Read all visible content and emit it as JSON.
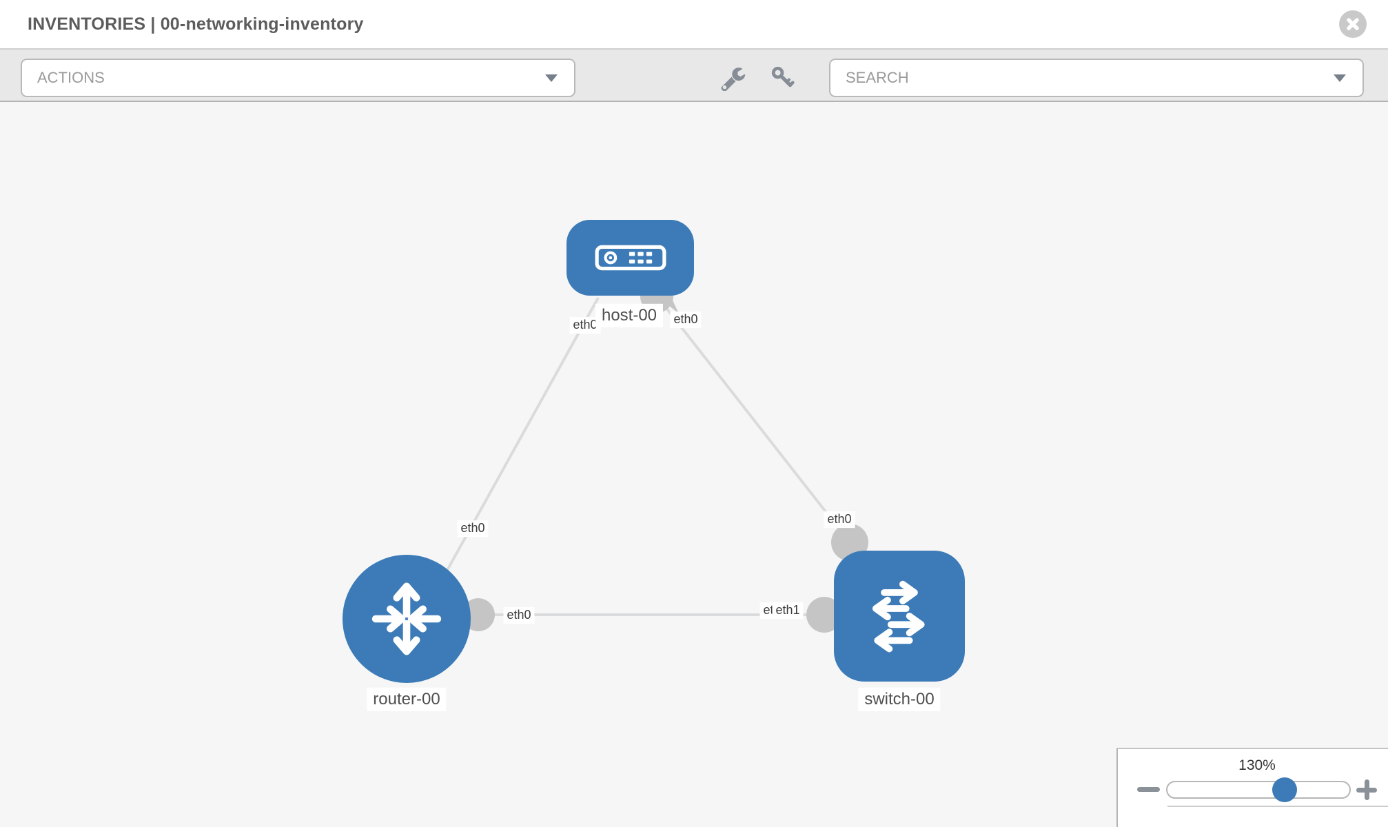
{
  "header": {
    "title": "INVENTORIES | 00-networking-inventory"
  },
  "toolbar": {
    "actions_label": "ACTIONS",
    "search_placeholder": "SEARCH"
  },
  "icons": {
    "header": [
      "close-icon"
    ],
    "toolbar": [
      "wrench-icon",
      "key-icon",
      "chevron-down-icon"
    ],
    "zoom_widget": [
      "minus-icon",
      "plus-icon"
    ]
  },
  "topology": {
    "nodes": [
      {
        "id": "host-00",
        "type": "host",
        "label": "host-00"
      },
      {
        "id": "router-00",
        "type": "router",
        "label": "router-00"
      },
      {
        "id": "switch-00",
        "type": "switch",
        "label": "switch-00"
      }
    ],
    "links": [
      {
        "from": "host-00",
        "from_interface": "eth0",
        "to": "router-00",
        "to_interface": "eth0"
      },
      {
        "from": "host-00",
        "from_interface": "eth0",
        "to": "switch-00",
        "to_interface": "eth0"
      },
      {
        "from": "router-00",
        "from_interface": "eth0",
        "to": "switch-00",
        "to_interface": "eth1"
      }
    ],
    "interface_labels": [
      {
        "text": "eth0",
        "position": "host-left"
      },
      {
        "text": "eth0",
        "position": "host-right"
      },
      {
        "text": "eth0",
        "position": "router-top"
      },
      {
        "text": "eth0",
        "position": "switch-top"
      },
      {
        "text": "eth0",
        "position": "router-right"
      },
      {
        "text": "eth0",
        "position": "switch-left-back"
      },
      {
        "text": "eth1",
        "position": "switch-left-front"
      }
    ]
  },
  "zoom_widget": {
    "value": "130%"
  },
  "colors": {
    "node_blue": "#3c7bb7",
    "connector_gray": "#c5c5c5",
    "edge_gray": "#dadbdc",
    "toolbar_bg": "#e8e8e8",
    "canvas_bg": "#f6f6f6",
    "knob_blue": "#3c7bb7"
  }
}
